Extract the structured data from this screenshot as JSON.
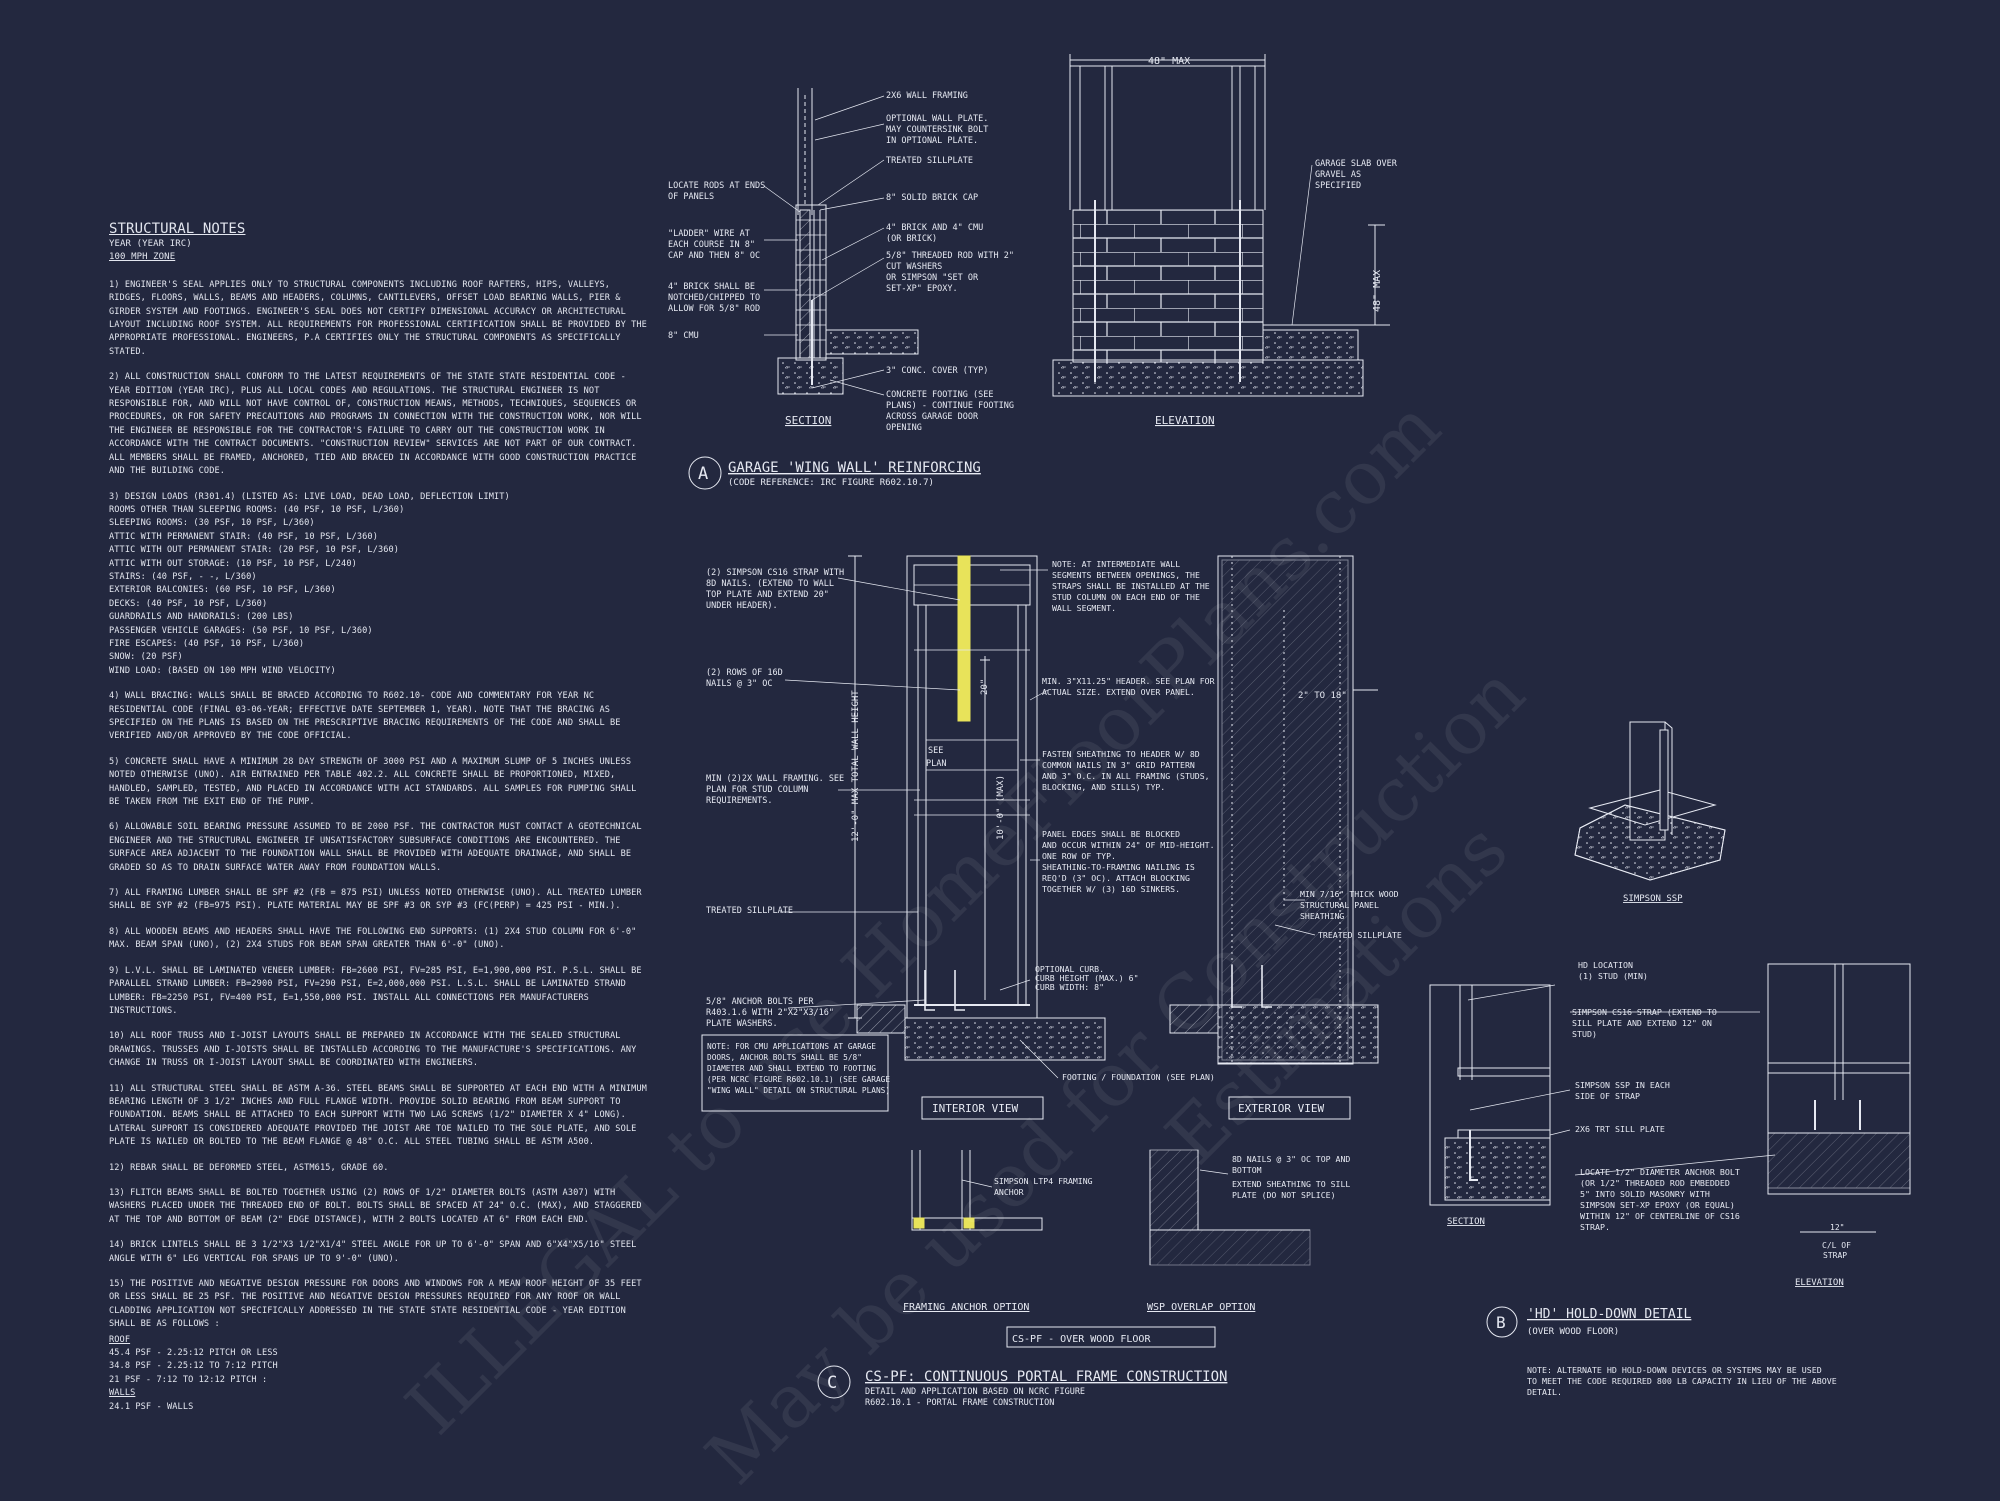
{
  "notes": {
    "title": "STRUCTURAL NOTES",
    "sub1": "YEAR (YEAR IRC)",
    "sub2": "100 mph ZONE",
    "paragraphs": [
      "1) ENGINEER'S SEAL APPLIES ONLY TO STRUCTURAL COMPONENTS INCLUDING ROOF RAFTERS, HIPS, VALLEYS, RIDGES, FLOORS, WALLS, BEAMS AND HEADERS, COLUMNS, CANTILEVERS, OFFSET LOAD BEARING WALLS, PIER & GIRDER SYSTEM AND FOOTINGS. ENGINEER'S SEAL DOES NOT CERTIFY DIMENSIONAL ACCURACY OR ARCHITECTURAL LAYOUT INCLUDING ROOF SYSTEM. ALL REQUIREMENTS FOR PROFESSIONAL CERTIFICATION SHALL BE PROVIDED BY THE APPROPRIATE PROFESSIONAL. ENGINEERS, P.A CERTIFIES ONLY THE STRUCTURAL COMPONENTS AS SPECIFICALLY STATED.",
      "2) ALL CONSTRUCTION SHALL CONFORM TO THE LATEST REQUIREMENTS OF THE STATE STATE RESIDENTIAL CODE - YEAR EDITION (YEAR IRC), PLUS ALL LOCAL CODES AND REGULATIONS. THE STRUCTURAL ENGINEER IS NOT RESPONSIBLE FOR, AND WILL NOT HAVE CONTROL OF, CONSTRUCTION MEANS, METHODS, TECHNIQUES, SEQUENCES OR PROCEDURES, OR FOR SAFETY PRECAUTIONS AND PROGRAMS IN CONNECTION WITH THE CONSTRUCTION WORK, NOR WILL THE ENGINEER BE RESPONSIBLE FOR THE CONTRACTOR'S FAILURE TO CARRY OUT THE CONSTRUCTION WORK IN ACCORDANCE WITH THE CONTRACT DOCUMENTS. \"CONSTRUCTION REVIEW\" SERVICES ARE NOT PART OF OUR CONTRACT. ALL MEMBERS SHALL BE FRAMED, ANCHORED, TIED AND BRACED IN ACCORDANCE WITH GOOD CONSTRUCTION PRACTICE AND THE BUILDING CODE."
    ],
    "loads": [
      "3) DESIGN LOADS (R301.4) (LISTED AS: LIVE LOAD, DEAD LOAD, DEFLECTION LIMIT)",
      "ROOMS OTHER THAN SLEEPING ROOMS: (40 PSF, 10 PSF, L/360)",
      "SLEEPING ROOMS: (30 PSF, 10 PSF, L/360)",
      "ATTIC WITH PERMANENT STAIR: (40 PSF, 10 PSF, L/360)",
      "ATTIC WITH OUT PERMANENT STAIR: (20 PSF, 10 PSF, L/360)",
      "ATTIC WITH OUT STORAGE: (10 PSF, 10 PSF, L/240)",
      "STAIRS: (40 PSF, - -, L/360)",
      "EXTERIOR BALCONIES: (60 PSF, 10 PSF, L/360)",
      "DECKS: (40 PSF, 10 PSF, L/360)",
      "GUARDRAILS AND HANDRAILS: (200 LBS)",
      "PASSENGER VEHICLE GARAGES: (50 PSF, 10 PSF, L/360)",
      "FIRE ESCAPES: (40 PSF, 10 PSF, L/360)",
      "SNOW: (20 PSF)",
      "WIND LOAD: (BASED ON 100 MPH WIND VELOCITY)"
    ],
    "paragraphs2": [
      "4) WALL BRACING: WALLS SHALL BE BRACED ACCORDING TO R602.10- CODE AND COMMENTARY FOR YEAR NC RESIDENTIAL CODE (FINAL 03-06-YEAR; EFFECTIVE DATE SEPTEMBER 1, YEAR). NOTE THAT THE BRACING AS SPECIFIED ON THE PLANS IS BASED ON THE PRESCRIPTIVE BRACING REQUIREMENTS OF THE CODE AND SHALL BE VERIFIED AND/OR APPROVED BY THE CODE OFFICIAL.",
      "5) CONCRETE SHALL HAVE A MINIMUM 28 DAY STRENGTH OF 3000 PSI AND A MAXIMUM SLUMP OF 5 INCHES UNLESS NOTED OTHERWISE (UNO). AIR ENTRAINED PER TABLE 402.2. ALL CONCRETE SHALL BE PROPORTIONED, MIXED, HANDLED, SAMPLED, TESTED, AND PLACED IN ACCORDANCE WITH ACI STANDARDS. ALL SAMPLES FOR PUMPING SHALL BE TAKEN FROM THE EXIT END OF THE PUMP.",
      "6) ALLOWABLE SOIL BEARING PRESSURE ASSUMED TO BE 2000 PSF. THE CONTRACTOR MUST CONTACT A GEOTECHNICAL ENGINEER AND THE STRUCTURAL ENGINEER IF UNSATISFACTORY SUBSURFACE CONDITIONS ARE ENCOUNTERED. THE SURFACE AREA ADJACENT TO THE FOUNDATION WALL SHALL BE PROVIDED WITH ADEQUATE DRAINAGE, AND SHALL BE GRADED SO AS TO DRAIN SURFACE WATER AWAY FROM FOUNDATION WALLS.",
      "7) ALL FRAMING LUMBER SHALL BE SPF #2 (Fb = 875 PSI) UNLESS NOTED OTHERWISE (UNO). ALL TREATED LUMBER SHALL BE SYP #2 (Fb=975 PSI). PLATE MATERIAL MAY BE SPF #3 OR SYP #3 (Fc(perp) = 425 PSI - MIN.).",
      "8) ALL WOODEN BEAMS AND HEADERS SHALL HAVE THE FOLLOWING END SUPPORTS: (1) 2X4 STUD COLUMN FOR 6'-0\" MAX. BEAM SPAN (UNO), (2) 2X4 STUDS FOR BEAM SPAN GREATER THAN 6'-0\" (UNO).",
      "9) L.V.L. SHALL BE LAMINATED VENEER LUMBER: Fb=2600 PSI, Fv=285 PSI, E=1,900,000 PSI. P.S.L. SHALL BE PARALLEL STRAND LUMBER: Fb=2900 PSI, Fv=290 PSI, E=2,000,000 PSI. L.S.L. SHALL BE LAMINATED STRAND LUMBER: Fb=2250 PSI, Fv=400 PSI, E=1,550,000 PSI. INSTALL ALL CONNECTIONS PER MANUFACTURERS INSTRUCTIONS.",
      "10) ALL ROOF TRUSS AND I-JOIST LAYOUTS SHALL BE PREPARED IN ACCORDANCE WITH THE SEALED STRUCTURAL DRAWINGS. TRUSSES AND I-JOISTS SHALL BE INSTALLED ACCORDING TO THE MANUFACTURE'S SPECIFICATIONS. ANY CHANGE IN TRUSS OR I-JOIST LAYOUT SHALL BE COORDINATED WITH ENGINEERS.",
      "11) ALL STRUCTURAL STEEL SHALL BE ASTM A-36. STEEL BEAMS SHALL BE SUPPORTED AT EACH END WITH A MINIMUM BEARING LENGTH OF 3 1/2\" INCHES AND FULL FLANGE WIDTH. PROVIDE SOLID BEARING FROM BEAM SUPPORT TO FOUNDATION. BEAMS SHALL BE ATTACHED TO EACH SUPPORT WITH TWO LAG SCREWS (1/2\" DIAMETER x 4\" LONG). LATERAL SUPPORT IS CONSIDERED ADEQUATE PROVIDED THE JOIST ARE TOE NAILED TO THE SOLE PLATE, AND SOLE PLATE IS NAILED OR BOLTED TO THE BEAM FLANGE @ 48\" O.C. ALL STEEL TUBING SHALL BE ASTM A500.",
      "12) REBAR SHALL BE DEFORMED STEEL, ASTM615, GRADE 60.",
      "13) FLITCH BEAMS SHALL BE BOLTED TOGETHER USING (2) ROWS OF 1/2\" DIAMETER BOLTS (ASTM A307) WITH WASHERS PLACED UNDER THE THREADED END OF BOLT. BOLTS SHALL BE SPACED AT 24\" O.C. (MAX), AND STAGGERED AT THE TOP AND BOTTOM OF BEAM (2\" EDGE DISTANCE), WITH 2 BOLTS LOCATED AT 6\" FROM EACH END.",
      "14) BRICK LINTELS SHALL BE 3 1/2\"x3 1/2\"x1/4\" STEEL ANGLE FOR UP TO 6'-0\" SPAN AND 6\"x4\"x5/16\" STEEL ANGLE WITH 6\" LEG VERTICAL FOR SPANS UP TO 9'-0\" (UNO).",
      "15) THE POSITIVE AND NEGATIVE DESIGN PRESSURE FOR DOORS AND WINDOWS FOR A MEAN ROOF HEIGHT OF 35 FEET OR LESS SHALL BE 25 PSF. THE POSITIVE AND NEGATIVE DESIGN PRESSURES REQUIRED FOR ANY ROOF OR WALL CLADDING APPLICATION NOT SPECIFICALLY ADDRESSED IN THE STATE STATE RESIDENTIAL CODE - YEAR EDITION SHALL BE AS FOLLOWS :"
    ],
    "roof_label": "ROOF",
    "roof_lines": [
      "45.4 PSF - 2.25:12 PITCH OR LESS",
      "34.8 PSF - 2.25:12 TO 7:12 PITCH",
      "21 PSF - 7:12 TO 12:12 PITCH :"
    ],
    "walls_label": "WALLS",
    "walls_lines": [
      "24.1 PSF - WALLS"
    ]
  },
  "detail_a": {
    "bubble": "A",
    "title": "GARAGE 'WING WALL' REINFORCING",
    "subtitle": "(CODE REFERENCE: IRC FIGURE R602.10.7)",
    "section_label": "SECTION",
    "elevation_label": "ELEVATION",
    "dim_width": "48\" MAX",
    "dim_height": "48\" MAX",
    "left_notes": [
      "LOCATE RODS AT ENDS",
      "OF PANELS",
      "\"LADDER\" WIRE AT",
      "EACH COURSE IN 8\"",
      "CAP AND THEN 8\" OC",
      "4\" BRICK SHALL BE",
      "NOTCHED/CHIPPED TO",
      "ALLOW FOR 5/8\" ROD",
      "8\" CMU"
    ],
    "right_notes": [
      "2x6 WALL FRAMING",
      "OPTIONAL WALL PLATE.",
      "MAY COUNTERSINK BOLT",
      "IN OPTIONAL PLATE.",
      "TREATED SILLPLATE",
      "8\" SOLID BRICK CAP",
      "4\" BRICK AND 4\" CMU",
      "(OR BRICK)",
      "5/8\" THREADED ROD WITH 2\"",
      "CUT WASHERS",
      "OR SIMPSON \"SET OR",
      "SET-XP\" EPOXY.",
      "3\" CONC. COVER (TYP)",
      "CONCRETE FOOTING (SEE",
      "PLANS) - CONTINUE FOOTING",
      "ACROSS GARAGE DOOR",
      "OPENING"
    ],
    "slab_notes": [
      "GARAGE SLAB OVER",
      "GRAVEL AS",
      "SPECIFIED"
    ]
  },
  "detail_c": {
    "bubble": "C",
    "title": "CS-PF: CONTINUOUS PORTAL FRAME CONSTRUCTION",
    "subtitle1": "DETAIL AND APPLICATION BASED ON NCRC FIGURE",
    "subtitle2": "R602.10.1 - PORTAL FRAME CONSTRUCTION",
    "interior_label": "INTERIOR VIEW",
    "exterior_label": "EXTERIOR VIEW",
    "caption_box": "CS-PF - OVER WOOD FLOOR",
    "framing_anchor": "FRAMING ANCHOR OPTION",
    "wsp_overlap": "WSP OVERLAP OPTION",
    "see_plan1": "SEE",
    "see_plan2": "PLAN",
    "dim_20": "20\"",
    "dim_total": "12'-0\" MAX TOTAL WALL HEIGHT",
    "dim_10": "10'-0\" (MAX)",
    "dim_2to18": "2\" TO 18\"",
    "left_notes": [
      "(2) SIMPSON CS16 STRAP WITH",
      "8d NAILS. (EXTEND TO WALL",
      "TOP PLATE AND EXTEND 20\"",
      "UNDER HEADER).",
      "(2) ROWS OF 16d",
      "NAILS @ 3\" OC",
      "MIN (2)2X WALL FRAMING. SEE",
      "PLAN FOR STUD COLUMN",
      "REQUIREMENTS.",
      "TREATED SILLPLATE",
      "5/8\" ANCHOR BOLTS PER",
      "R403.1.6 WITH 2\"x2\"x3/16\"",
      "PLATE WASHERS."
    ],
    "cmu_note": [
      "NOTE: FOR CMU APPLICATIONS AT GARAGE",
      "DOORS, ANCHOR BOLTS SHALL BE 5/8\"",
      "DIAMETER AND SHALL EXTEND TO FOOTING",
      "(PER NCRC FIGURE R602.10.1) (SEE GARAGE",
      "\"WING WALL\" DETAIL ON STRUCTURAL PLANS)"
    ],
    "mid_notes": [
      "NOTE: AT INTERMEDIATE WALL",
      "SEGMENTS BETWEEN OPENINGS, THE",
      "STRAPS SHALL BE INSTALLED AT THE",
      "STUD COLUMN ON EACH END OF THE",
      "WALL SEGMENT.",
      "MIN. 3\"x11.25\" HEADER. SEE PLAN FOR",
      "ACTUAL SIZE. EXTEND OVER PANEL.",
      "FASTEN SHEATHING TO HEADER W/ 8d",
      "COMMON NAILS IN 3\" GRID PATTERN",
      "AND 3\" O.C. IN ALL FRAMING (STUDS,",
      "BLOCKING, AND SILLS) TYP.",
      "PANEL EDGES SHALL BE BLOCKED",
      "AND OCCUR WITHIN 24\" OF MID-HEIGHT.",
      "ONE ROW OF TYP.",
      "SHEATHING-TO-FRAMING NAILING IS",
      "REQ'D (3\" OC). ATTACH BLOCKING",
      "TOGETHER W/ (3) 16d SINKERS.",
      "OPTIONAL CURB.",
      "CURB HEIGHT (MAX.) 6\"",
      "CURB WIDTH: 8\"",
      "FOOTING / FOUNDATION (SEE PLAN)"
    ],
    "right_notes": [
      "MIN 7/16\" THICK WOOD",
      "STRUCTURAL PANEL",
      "SHEATHING",
      "TREATED SILLPLATE"
    ],
    "anchor_notes": [
      "SIMPSON LTP4 FRAMING",
      "ANCHOR",
      "8d NAILS @ 3\" OC TOP AND",
      "BOTTOM",
      "EXTEND SHEATHING TO SILL",
      "PLATE (DO NOT SPLICE)"
    ]
  },
  "detail_b": {
    "bubble": "B",
    "title": "'HD' HOLD-DOWN DETAIL",
    "subtitle": "(OVER WOOD FLOOR)",
    "simpson_label": "SIMPSON SSP",
    "section_label": "SECTION",
    "elevation_label": "ELEVATION",
    "notes": [
      "HD LOCATION",
      "(1) STUD (MIN)",
      "SIMPSON CS16 STRAP (EXTEND TO",
      "SILL PLATE AND EXTEND 12\" ON",
      "STUD)",
      "SIMPSON SSP IN EACH",
      "SIDE OF STRAP",
      "2x6 TRT SILL PLATE",
      "LOCATE 1/2\" DIAMETER ANCHOR BOLT",
      "(OR 1/2\" THREADED ROD EMBEDDED",
      "5\" INTO SOLID MASONRY WITH",
      "SIMPSON SET-XP EPOXY (OR EQUAL)",
      "WITHIN 12\" OF CENTERLINE OF CS16",
      "STRAP."
    ],
    "dim_12": "12\"",
    "dim_cl": "C/L OF",
    "dim_strap": "STRAP",
    "bottom_note": [
      "NOTE: ALTERNATE HD HOLD-DOWN DEVICES OR SYSTEMS MAY BE USED",
      "TO MEET THE CODE REQUIRED 800 LB CAPACITY IN LIEU OF THE ABOVE",
      "DETAIL."
    ]
  },
  "watermark": {
    "line1": "ILLEGAL to use HomeFloorPlans.com",
    "line2": "May be used for Construction",
    "line3": "Estimations"
  },
  "colors": {
    "background": "#23283f",
    "ink": "#e6e9f2",
    "highlight": "#e8e35a"
  }
}
